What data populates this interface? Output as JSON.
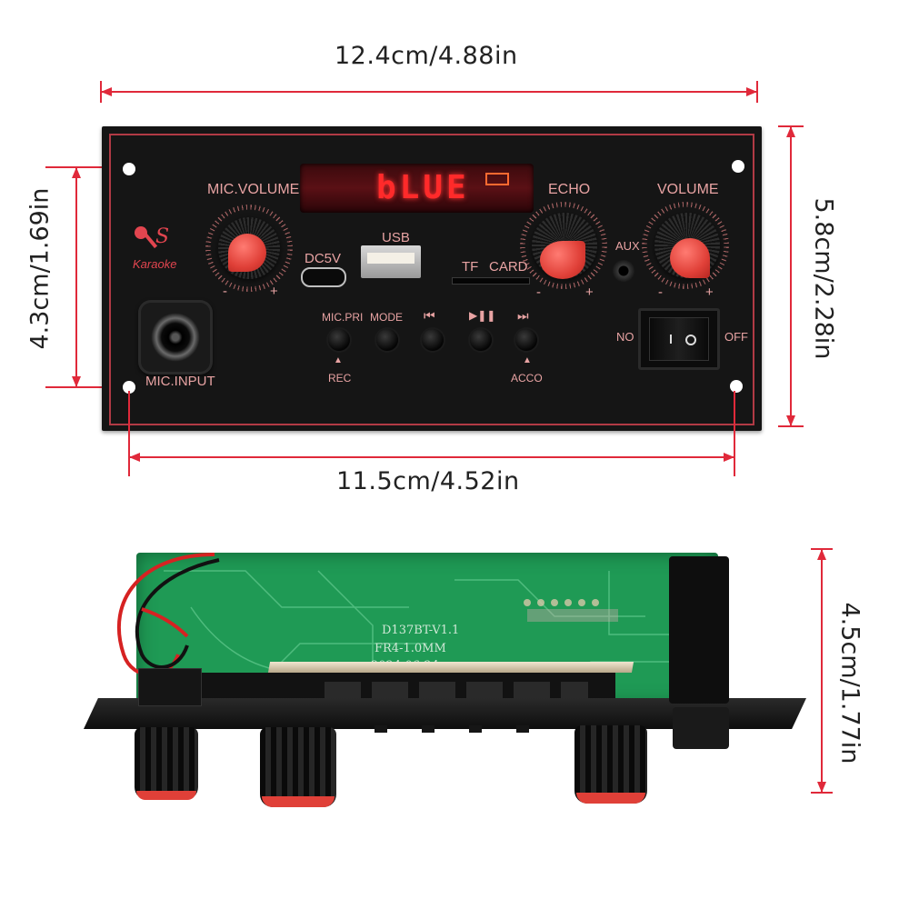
{
  "dimensions": {
    "top_width": "12.4cm/4.88in",
    "inner_width": "11.5cm/4.52in",
    "left_height": "4.3cm/1.69in",
    "right_height": "5.8cm/2.28in",
    "depth": "4.5cm/1.77in"
  },
  "panel": {
    "display_text": "bLUE",
    "logo_text": "Karaoke",
    "labels": {
      "mic_volume": "MIC.VOLUME",
      "echo": "ECHO",
      "volume": "VOLUME",
      "usb": "USB",
      "dc5v": "DC5V",
      "tf": "TF",
      "card": "CARD",
      "aux": "AUX",
      "mic_input": "MIC.INPUT",
      "no": "NO",
      "off": "OFF",
      "minus": "-",
      "plus": "+"
    },
    "buttons": [
      {
        "label": "MIC.PRI"
      },
      {
        "label": "MODE"
      },
      {
        "label": "⏮"
      },
      {
        "label": "▶❚❚"
      },
      {
        "label": "⏭"
      }
    ],
    "sub_labels": {
      "rec": "REC",
      "acco": "ACCO"
    },
    "arrow": "▲"
  },
  "board": {
    "model": "D137BT-V1.1",
    "material": "FR4-1.0MM",
    "date": "2024-06-24"
  },
  "colors": {
    "panel": "#151515",
    "panel_border": "#b13a45",
    "dimension_line": "#e0293a",
    "pcb": "#1f9a55",
    "knob_cap": "#e04038"
  }
}
